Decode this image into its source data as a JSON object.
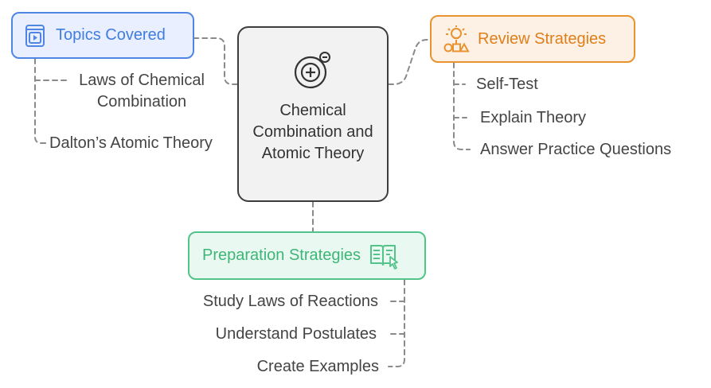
{
  "center": {
    "title": "Chemical Combination and Atomic Theory",
    "icon": "plus-minus-circle-icon"
  },
  "topics": {
    "label": "Topics Covered",
    "icon": "video-book-icon",
    "color": "#4f86e6",
    "items": [
      "Laws of Chemical Combination",
      "Dalton’s Atomic Theory"
    ]
  },
  "review": {
    "label": "Review Strategies",
    "icon": "lightbulb-shapes-icon",
    "color": "#e8932f",
    "items": [
      "Self-Test",
      "Explain Theory",
      "Answer Practice Questions"
    ]
  },
  "preparation": {
    "label": "Preparation Strategies",
    "icon": "open-book-pointer-icon",
    "color": "#52c48a",
    "items": [
      "Study Laws of Reactions",
      "Understand Postulates",
      "Create Examples"
    ]
  }
}
